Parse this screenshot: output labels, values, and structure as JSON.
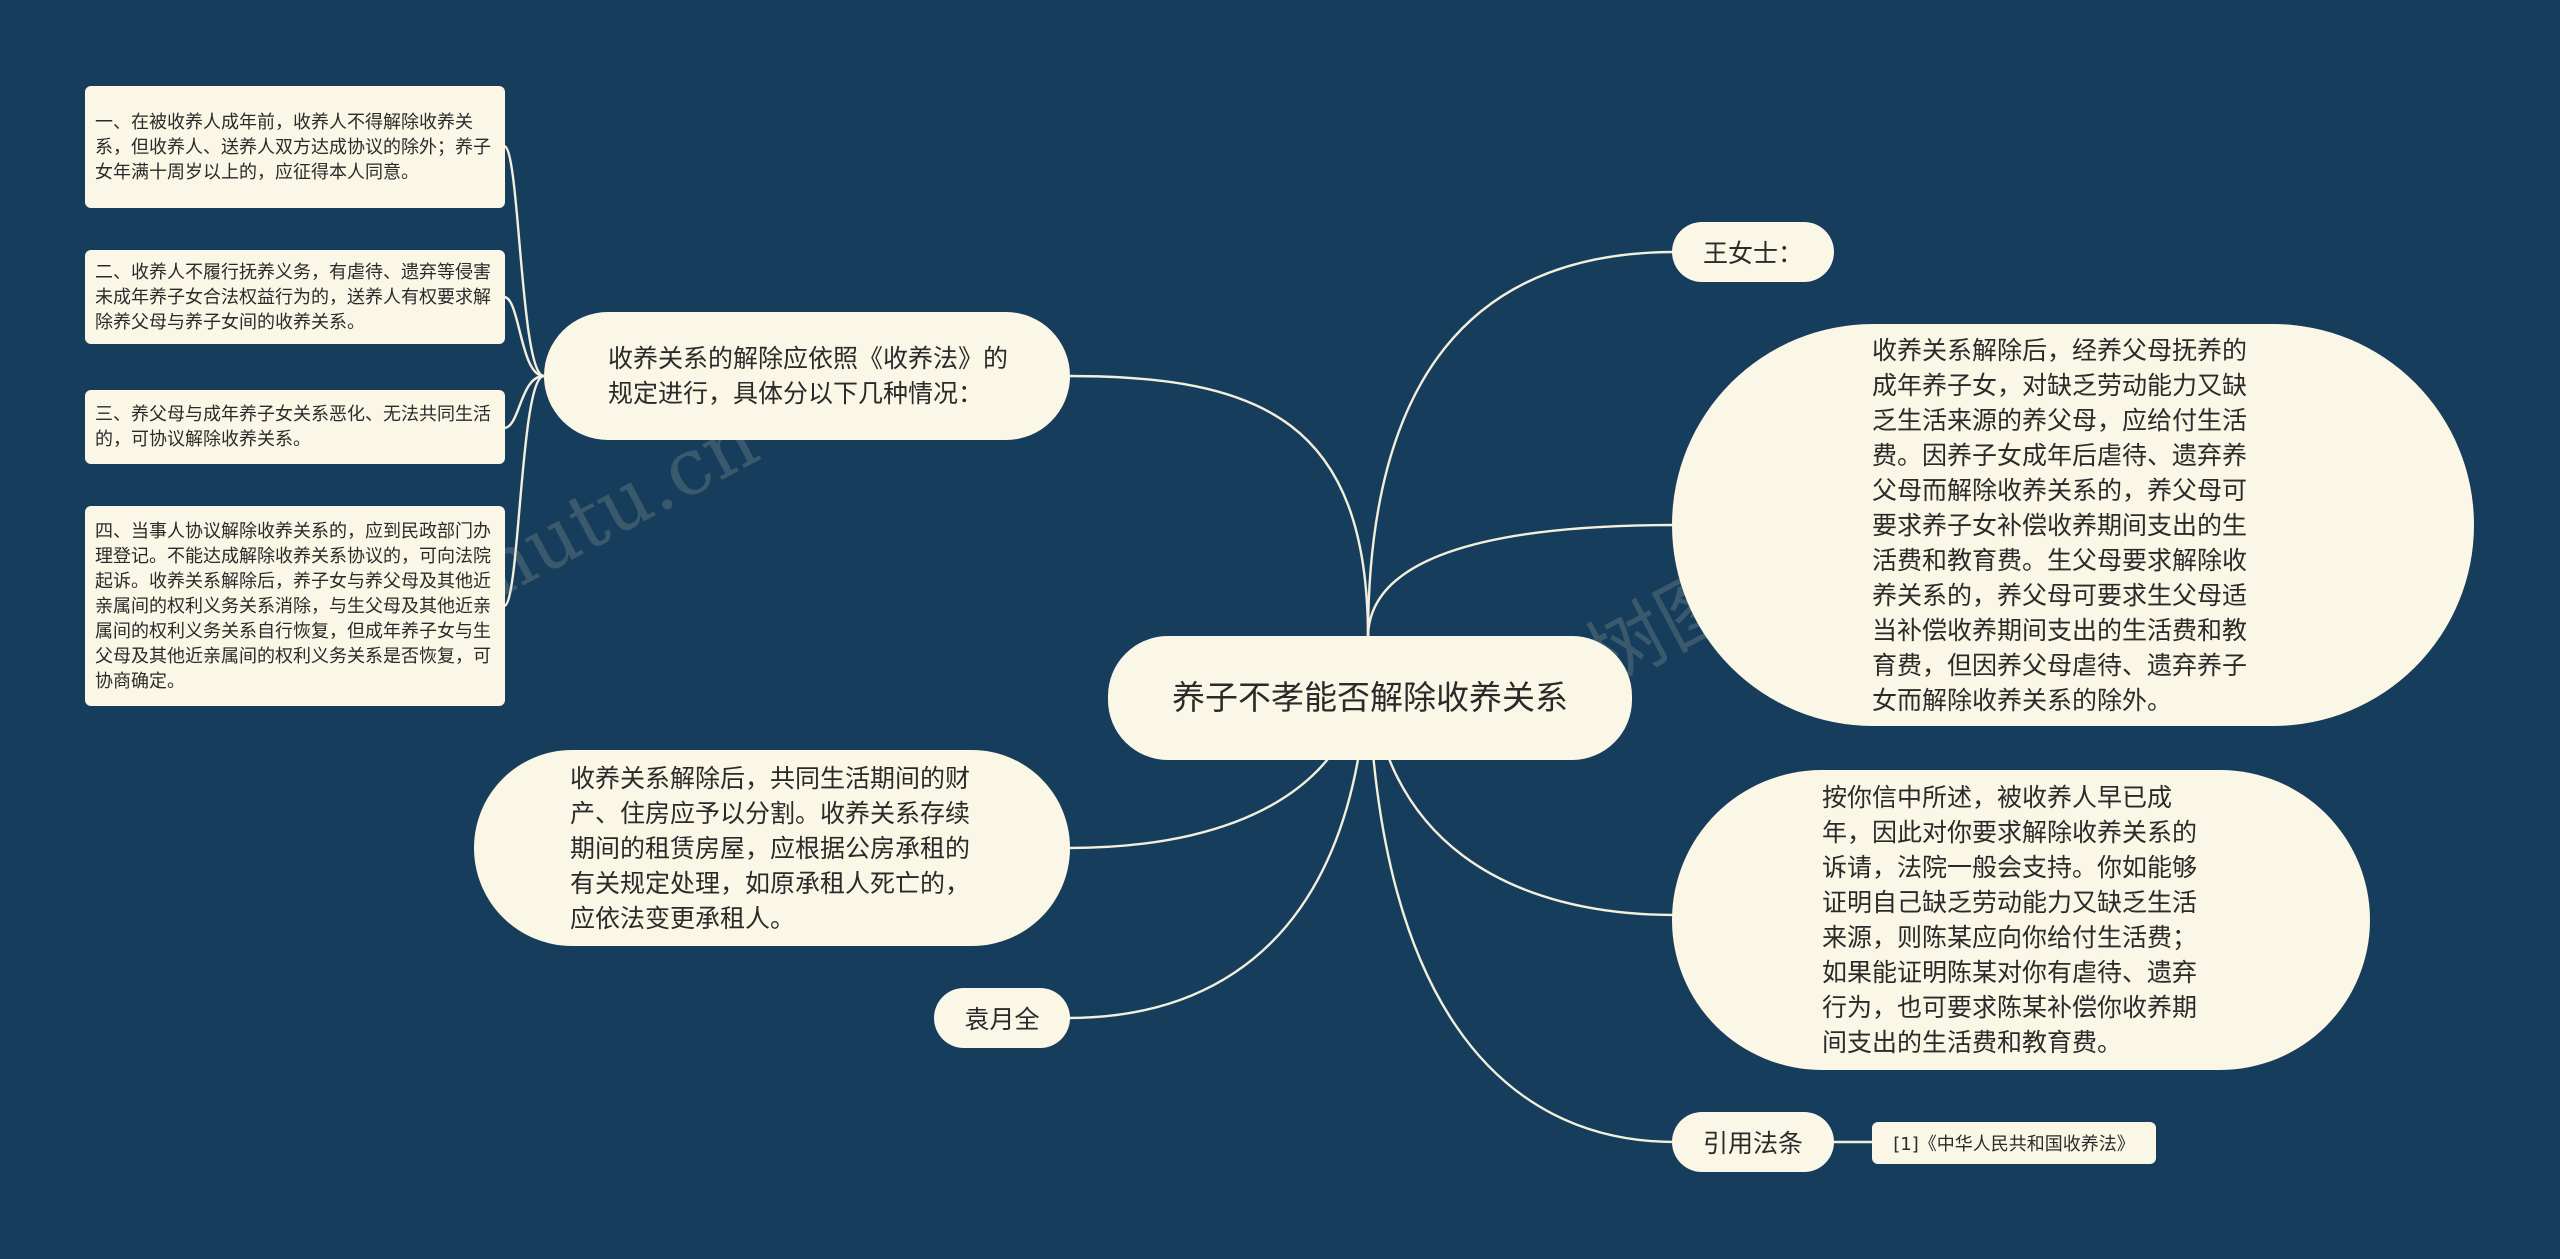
{
  "root": {
    "label": "养子不孝能否解除收养关系"
  },
  "left_branches": {
    "dissolution_rules": {
      "label": "收养关系的解除应依照《收养法》的规定进行，具体分以下几种情况：",
      "children": [
        "一、在被收养人成年前，收养人不得解除收养关系，但收养人、送养人双方达成协议的除外；养子女年满十周岁以上的，应征得本人同意。",
        "二、收养人不履行抚养义务，有虐待、遗弃等侵害未成年养子女合法权益行为的，送养人有权要求解除养父母与养子女间的收养关系。",
        "三、养父母与成年养子女关系恶化、无法共同生活的，可协议解除收养关系。",
        "四、当事人协议解除收养关系的，应到民政部门办理登记。不能达成解除收养关系协议的，可向法院起诉。收养关系解除后，养子女与养父母及其他近亲属间的权利义务关系消除，与生父母及其他近亲属间的权利义务关系自行恢复，但成年养子女与生父母及其他近亲属间的权利义务关系是否恢复，可协商确定。"
      ]
    },
    "property": "收养关系解除后，共同生活期间的财产、住房应予以分割。收养关系存续期间的租赁房屋，应根据公房承租的有关规定处理，如原承租人死亡的，应依法变更承租人。",
    "author": "袁月全"
  },
  "right_branches": {
    "questioner": "王女士：",
    "compensation": "收养关系解除后，经养父母抚养的成年养子女，对缺乏劳动能力又缺乏生活来源的养父母，应给付生活费。因养子女成年后虐待、遗弃养父母而解除收养关系的，养父母可要求养子女补偿收养期间支出的生活费和教育费。生父母要求解除收养关系的，养父母可要求生父母适当补偿收养期间支出的生活费和教育费，但因养父母虐待、遗弃养子女而解除收养关系的除外。",
    "answer": "按你信中所述，被收养人早已成年，因此对你要求解除收养关系的诉请，法院一般会支持。你如能够证明自己缺乏劳动能力又缺乏生活来源，则陈某应向你给付生活费；如果能证明陈某对你有虐待、遗弃行为，也可要求陈某补偿你收养期间支出的生活费和教育费。",
    "citation": {
      "label": "引用法条",
      "reference": "[1]《中华人民共和国收养法》"
    }
  },
  "watermark": {
    "text_left": "shutu.cn",
    "text_right": "树图 shutu.cn"
  },
  "colors": {
    "background": "#173d5c",
    "node_fill": "#fbf7e6",
    "line": "#f3efdd",
    "text": "#2a2a2a"
  }
}
